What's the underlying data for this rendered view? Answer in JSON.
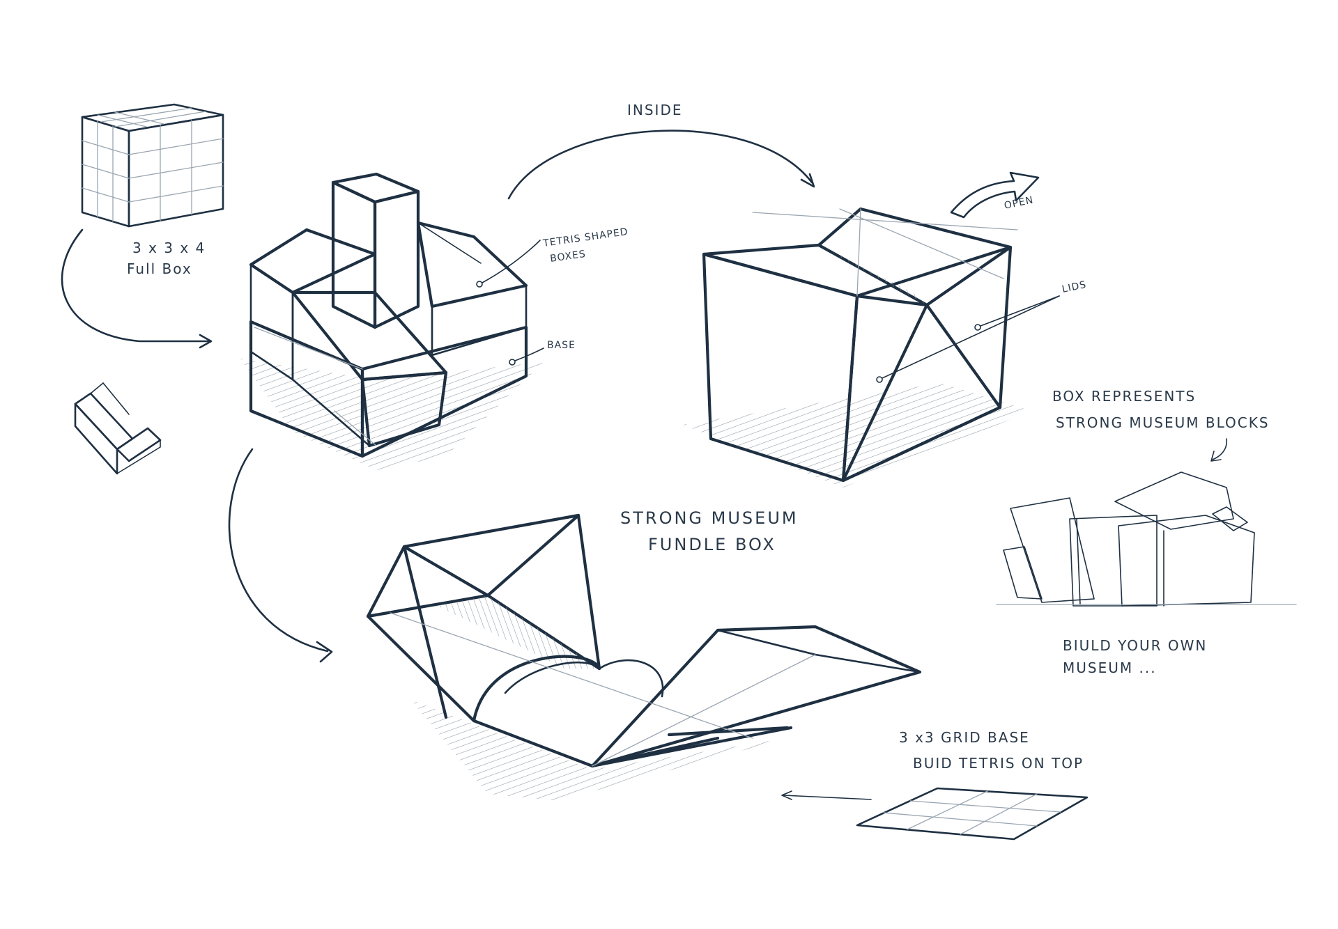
{
  "colors": {
    "ink": "#1e3042",
    "shade": "#8d98a3",
    "paper": "#ffffff"
  },
  "labels": {
    "full_box_dims": "3 x 3 x 4",
    "full_box": "Full Box",
    "inside": "INSIDE",
    "tetris_line1": "TETRIS SHAPED",
    "tetris_line2": "BOXES",
    "base": "BASE",
    "open": "OPEN",
    "lids": "LIDS",
    "represents_line1": "BOX REPRESENTS",
    "represents_line2": "STRONG MUSEUM BLOCKS",
    "title_line1": "STRONG MUSEUM",
    "title_line2": "FUNDLE BOX",
    "build_line1": "BIULD YOUR OWN",
    "build_line2": "MUSEUM ...",
    "grid_line1": "3 x3 GRID BASE",
    "grid_line2": "BUID TETRIS ON TOP"
  }
}
